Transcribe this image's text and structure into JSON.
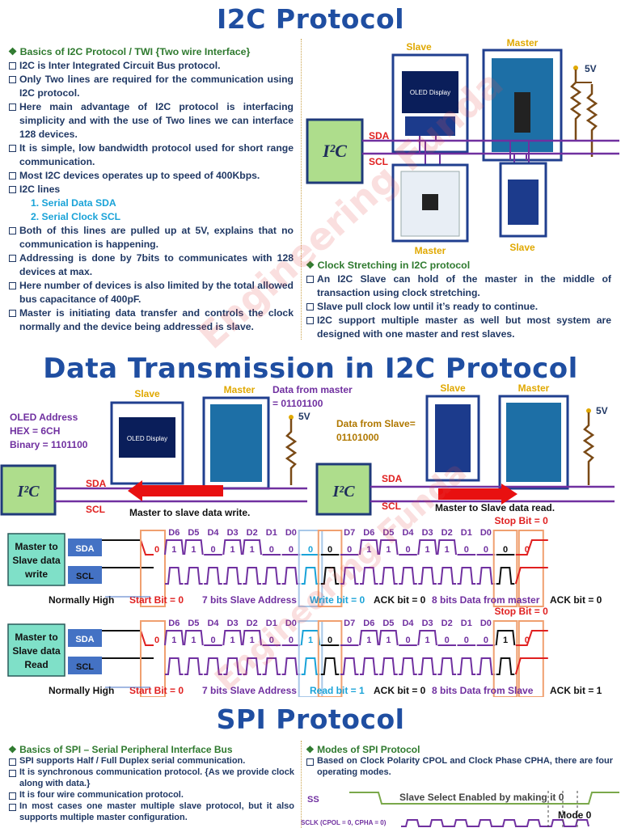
{
  "i2c": {
    "title": "I2C Protocol",
    "basics_heading": "Basics of I2C Protocol / TWI {Two wire Interface}",
    "bullets": [
      "I2C is Inter Integrated Circuit Bus protocol.",
      "Only Two lines are required for the communication using I2C protocol.",
      "Here main advantage of I2C protocol is interfacing simplicity and with the use of Two lines we can interface 128 devices.",
      "It is simple, low bandwidth protocol used for short range communication.",
      "Most I2C devices operates up to speed of 400Kbps.",
      "I2C lines"
    ],
    "lines": [
      "1.   Serial Data SDA",
      "2.   Serial Clock SCL"
    ],
    "bullets2": [
      "Both of this lines are pulled up at 5V, explains that no communication is happening.",
      "Addressing is done by 7bits to communicates with 128 devices at max.",
      "Here number of devices is also limited by the total allowed bus capacitance of 400pF.",
      "Master is initiating data transfer and controls the clock normally and the device being addressed is slave."
    ],
    "diagram": {
      "slave_top": "Slave",
      "master_top": "Master",
      "vcc": "5V",
      "oled": "OLED Display",
      "i2c": "I²C",
      "sda": "SDA",
      "scl": "SCL",
      "master_bottom": "Master",
      "slave_bottom": "Slave"
    },
    "stretch_heading": "Clock Stretching in I2C protocol",
    "stretch_bullets": [
      "An I2C Slave can hold of the master in the middle of transaction using clock stretching.",
      "Slave pull clock low until it’s ready to continue.",
      "I2C support multiple master as well but most system are designed with one master and rest slaves."
    ]
  },
  "transmission": {
    "title": "Data Transmission in I2C Protocol",
    "left": {
      "slave": "Slave",
      "master": "Master",
      "data_from_master": "Data from master",
      "data_from_master_val": "= 01101100",
      "vcc": "5V",
      "oled_addr": "OLED Address",
      "hex": "HEX = 6CH",
      "binary": "Binary = 1101100",
      "oled": "OLED Display",
      "i2c": "I²C",
      "sda": "SDA",
      "scl": "SCL",
      "caption": "Master to slave data write."
    },
    "right": {
      "slave": "Slave",
      "master": "Master",
      "vcc": "5V",
      "data_from_slave": "Data from Slave=",
      "data_from_slave_val": "01101000",
      "i2c": "I²C",
      "sda": "SDA",
      "scl": "SCL",
      "caption": "Master to Slave data read."
    },
    "write": {
      "label": "Master to Slave data write",
      "sda": "SDA",
      "scl": "SCL",
      "addr_bits_lbl": [
        "D6",
        "D5",
        "D4",
        "D3",
        "D2",
        "D1",
        "D0"
      ],
      "data_bits_lbl": [
        "D7",
        "D6",
        "D5",
        "D4",
        "D3",
        "D2",
        "D1",
        "D0"
      ],
      "start_val": "0",
      "addr_vals": [
        "1",
        "1",
        "0",
        "1",
        "1",
        "0",
        "0"
      ],
      "rw": "0",
      "ack1": "0",
      "data_vals": [
        "0",
        "1",
        "1",
        "0",
        "1",
        "1",
        "0",
        "0"
      ],
      "ack2": "0",
      "stop_val": "0",
      "stop": "Stop Bit = 0",
      "normally_high": "Normally High",
      "start": "Start Bit = 0",
      "addr_lbl": "7 bits Slave Address",
      "rw_lbl": "Write bit = 0",
      "ack_lbl": "ACK bit = 0",
      "data_lbl": "8 bits Data from master",
      "ack2_lbl": "ACK bit = 0"
    },
    "read": {
      "label": "Master to Slave data Read",
      "sda": "SDA",
      "scl": "SCL",
      "addr_bits_lbl": [
        "D6",
        "D5",
        "D4",
        "D3",
        "D2",
        "D1",
        "D0"
      ],
      "data_bits_lbl": [
        "D7",
        "D6",
        "D5",
        "D4",
        "D3",
        "D2",
        "D1",
        "D0"
      ],
      "start_val": "0",
      "addr_vals": [
        "1",
        "1",
        "0",
        "1",
        "1",
        "0",
        "0"
      ],
      "rw": "1",
      "ack1": "0",
      "data_vals": [
        "0",
        "1",
        "1",
        "0",
        "1",
        "0",
        "0",
        "0"
      ],
      "ack2": "1",
      "stop_val": "0",
      "stop": "Stop Bit = 0",
      "normally_high": "Normally High",
      "start": "Start Bit = 0",
      "addr_lbl": "7 bits Slave Address",
      "rw_lbl": "Read bit = 1",
      "ack_lbl": "ACK bit = 0",
      "data_lbl": "8 bits Data from Slave",
      "ack2_lbl": "ACK bit = 1"
    }
  },
  "spi": {
    "title": "SPI Protocol",
    "basics_heading": "Basics of SPI – Serial Peripheral Interface Bus",
    "bullets": [
      "SPI supports Half / Full Duplex serial communication.",
      "It is synchronous communication protocol. {As we provide clock along with data.}",
      "It is four wire communication protocol.",
      "In most cases one master multiple slave protocol, but it also supports multiple master configuration."
    ],
    "modes_heading": "Modes of SPI Protocol",
    "modes_bullets": [
      "Based on Clock Polarity CPOL and Clock Phase CPHA, there are four operating modes."
    ],
    "ss": "SS",
    "ss_note": "Slave Select Enabled by making it 0",
    "sclk": "SCLK (CPOL = 0, CPHA = 0)",
    "mode": "Mode 0"
  },
  "watermark": "Engineering Funda",
  "colors": {
    "title": "#1f4ea1",
    "green_box": "#aedd8c",
    "teal_box": "#7fe0c8",
    "red": "#e02020",
    "purple": "#7030a0",
    "blue": "#1aa3d8"
  }
}
